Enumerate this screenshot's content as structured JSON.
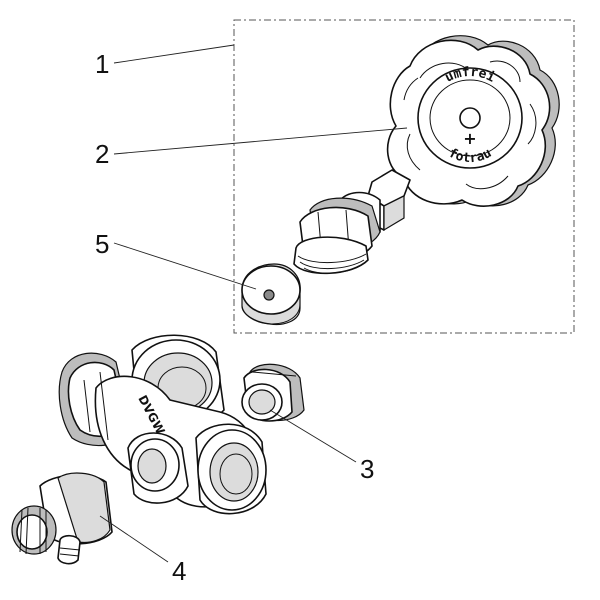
{
  "figure": {
    "callouts": [
      {
        "id": "1",
        "label": "1"
      },
      {
        "id": "2",
        "label": "2"
      },
      {
        "id": "3",
        "label": "3"
      },
      {
        "id": "4",
        "label": "4"
      },
      {
        "id": "5",
        "label": "5"
      }
    ],
    "knob_label_top": "umfrei",
    "knob_label_bottom": "fotrau",
    "knob_symbol": "+",
    "valve_body_marking": "DVGW"
  }
}
